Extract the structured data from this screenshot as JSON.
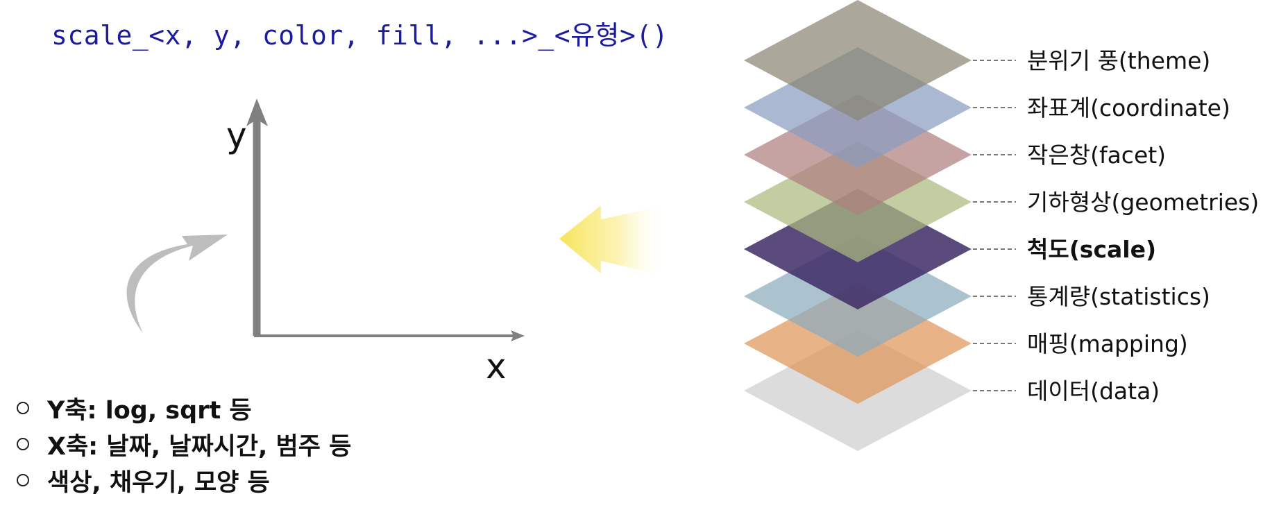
{
  "header": {
    "code": "scale_<x, y, color, fill, ...>_<유형>()"
  },
  "axes": {
    "y_label": "y",
    "x_label": "x"
  },
  "bullets": [
    {
      "text": "Y축: log, sqrt 등"
    },
    {
      "text": "X축: 날짜, 날짜시간, 범주 등"
    },
    {
      "text": "색상, 채우기, 모양 등"
    }
  ],
  "layers": [
    {
      "name": "theme",
      "label": "분위기 풍(theme)",
      "color": "#8a8775",
      "highlighted": false
    },
    {
      "name": "coordinate",
      "label": "좌표계(coordinate)",
      "color": "#8a9cc0",
      "highlighted": false
    },
    {
      "name": "facet",
      "label": "작은창(facet)",
      "color": "#b08080",
      "highlighted": false
    },
    {
      "name": "geometries",
      "label": "기하형상(geometries)",
      "color": "#abba7e",
      "highlighted": false
    },
    {
      "name": "scale",
      "label": "척도(scale)",
      "color": "#3e2b66",
      "highlighted": true
    },
    {
      "name": "statistics",
      "label": "통계량(statistics)",
      "color": "#8aaabd",
      "highlighted": false
    },
    {
      "name": "mapping",
      "label": "매핑(mapping)",
      "color": "#e0965a",
      "highlighted": false
    },
    {
      "name": "data",
      "label": "데이터(data)",
      "color": "#cfcfcf",
      "highlighted": false
    }
  ],
  "colors": {
    "code_text": "#1b1b9e",
    "axis": "#808080",
    "curved_arrow": "#bdbdbd",
    "pointer_arrow": "#f7e45a",
    "leader_line": "#777777"
  }
}
